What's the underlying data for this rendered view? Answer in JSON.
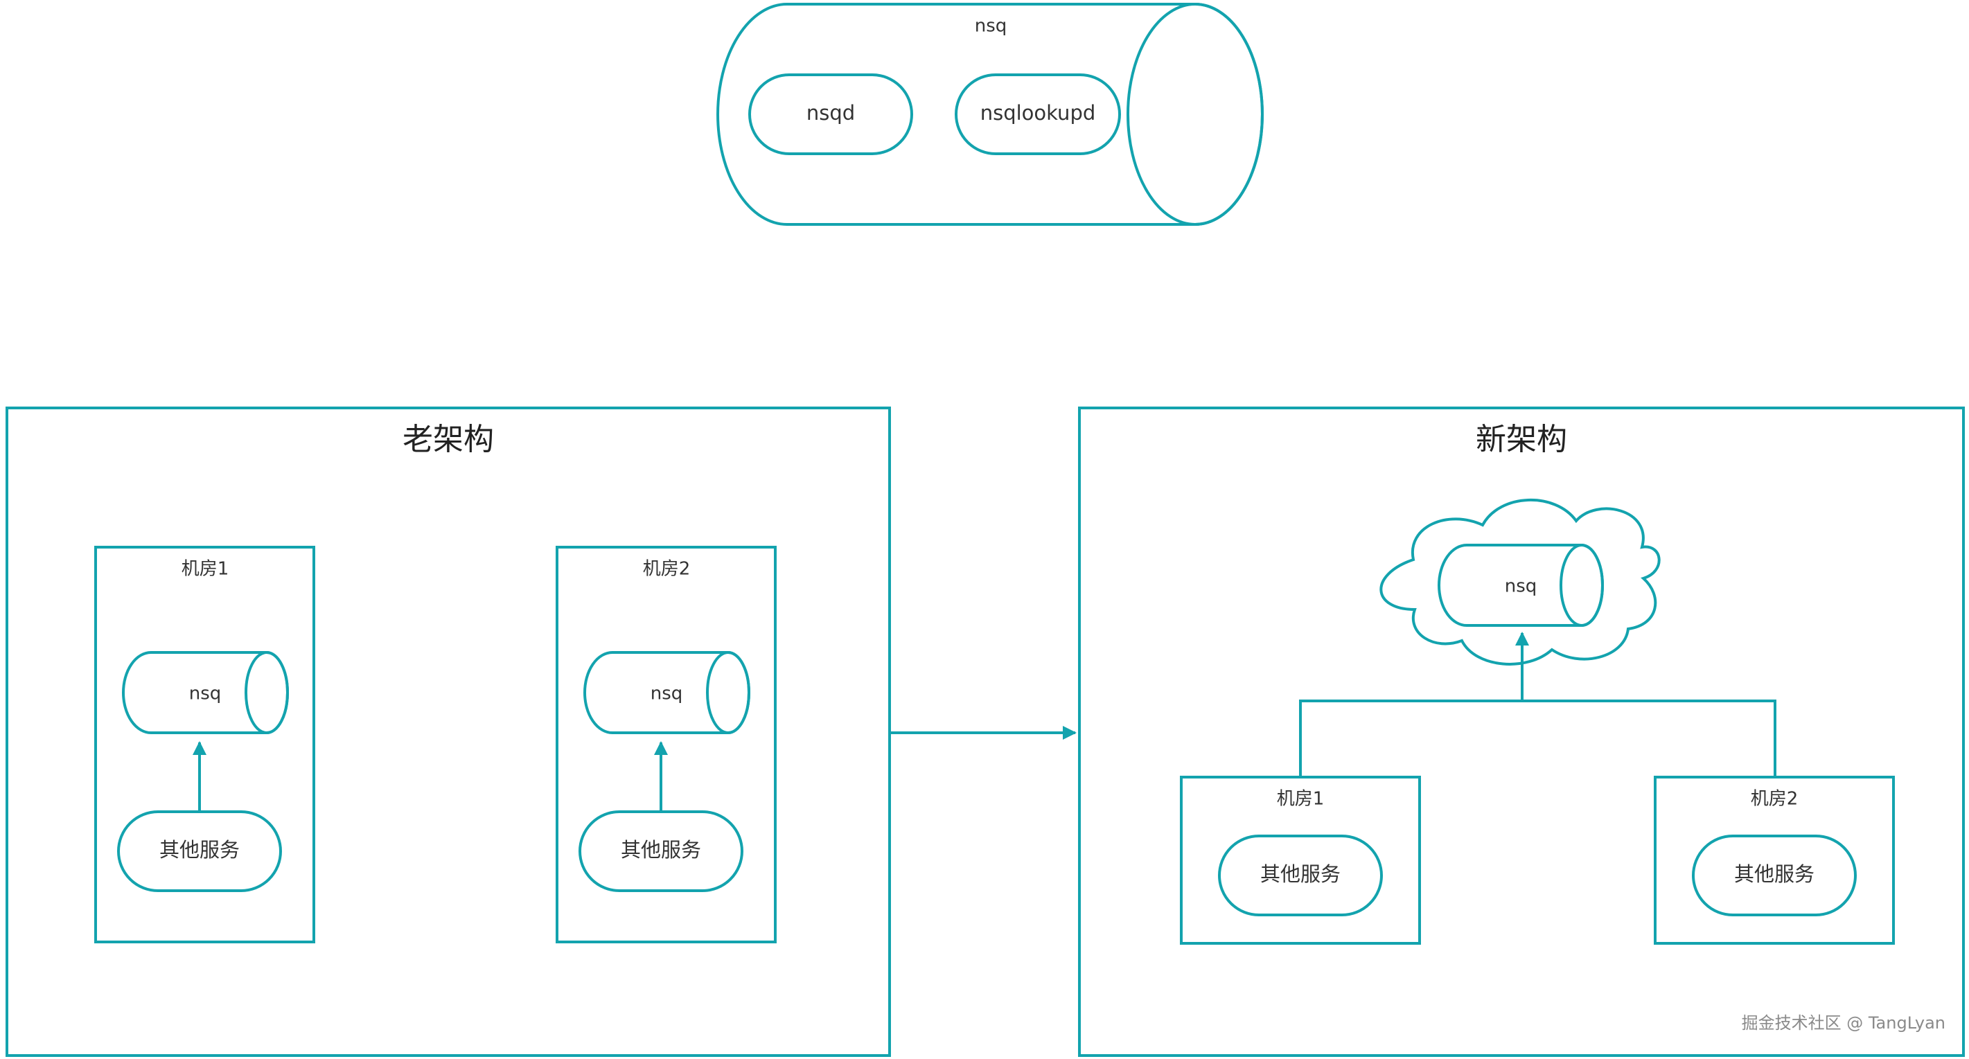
{
  "colors": {
    "stroke": "#13a3ae",
    "text": "#333333",
    "watermark": "#8a8a8a"
  },
  "top": {
    "cylinder_label": "nsq",
    "component_1": "nsqd",
    "component_2": "nsqlookupd"
  },
  "old_arch": {
    "title": "老架构",
    "room_1": {
      "label": "机房1",
      "queue": "nsq",
      "service": "其他服务"
    },
    "room_2": {
      "label": "机房2",
      "queue": "nsq",
      "service": "其他服务"
    }
  },
  "new_arch": {
    "title": "新架构",
    "cloud_queue": "nsq",
    "room_1": {
      "label": "机房1",
      "service": "其他服务"
    },
    "room_2": {
      "label": "机房2",
      "service": "其他服务"
    }
  },
  "watermark": "掘金技术社区 @ TangLyan"
}
